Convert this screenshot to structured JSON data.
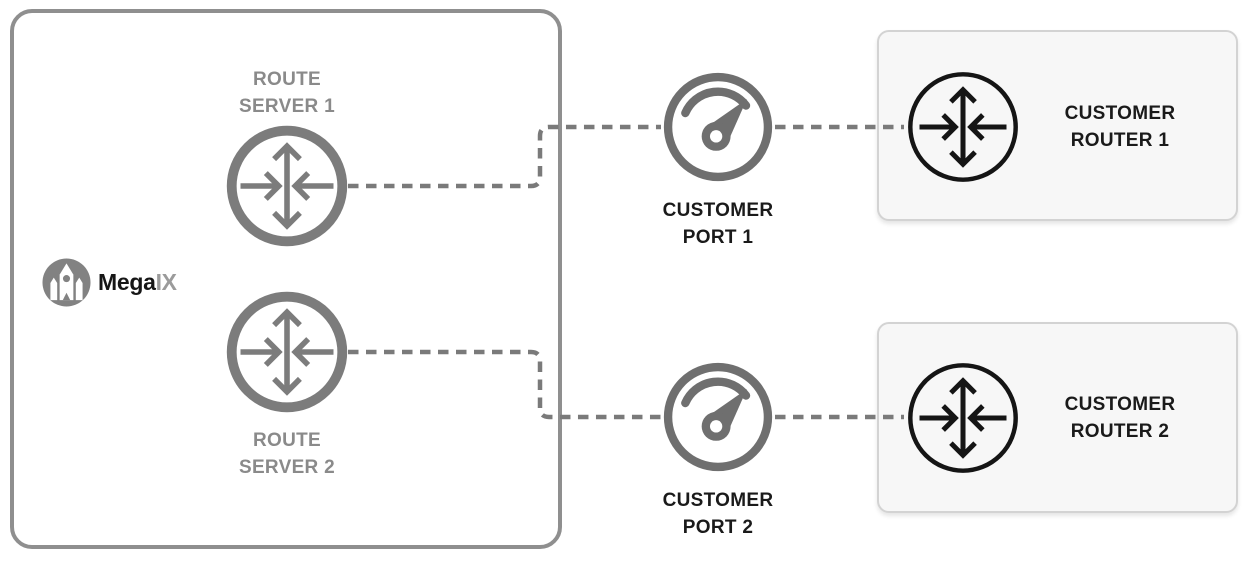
{
  "brand": {
    "bold": "Mega",
    "light": "IX"
  },
  "nodes": {
    "route_server_1": {
      "line1": "ROUTE",
      "line2": "SERVER 1"
    },
    "route_server_2": {
      "line1": "ROUTE",
      "line2": "SERVER 2"
    },
    "customer_port_1": {
      "line1": "CUSTOMER",
      "line2": "PORT 1"
    },
    "customer_port_2": {
      "line1": "CUSTOMER",
      "line2": "PORT 2"
    },
    "customer_router_1": {
      "line1": "CUSTOMER",
      "line2": "ROUTER 1"
    },
    "customer_router_2": {
      "line1": "CUSTOMER",
      "line2": "ROUTER 2"
    }
  },
  "icons": {
    "logo": "megaport-rocket-icon",
    "route_server": "router-icon",
    "customer_port": "speedometer-icon",
    "customer_router": "router-icon"
  },
  "connections": [
    {
      "from": "route-server-1",
      "to": "customer-port-1",
      "style": "dashed"
    },
    {
      "from": "customer-port-1",
      "to": "customer-router-1",
      "style": "dashed"
    },
    {
      "from": "route-server-2",
      "to": "customer-port-2",
      "style": "dashed"
    },
    {
      "from": "customer-port-2",
      "to": "customer-router-2",
      "style": "dashed"
    }
  ],
  "colors": {
    "dashed_line": "#7a7a7a",
    "route_server_icon": "#7c7c7c",
    "customer_port_icon": "#6f6f6f",
    "customer_router_icon": "#151515",
    "gray_label": "#8a8a8a",
    "dark_label": "#1a1a1a",
    "ix_box_border": "#8f8f8f",
    "router_box_bg": "#f7f7f7",
    "router_box_border": "#d3d3d3",
    "logo_circle": "#828282",
    "brand_light_text": "#9b9b9b"
  }
}
